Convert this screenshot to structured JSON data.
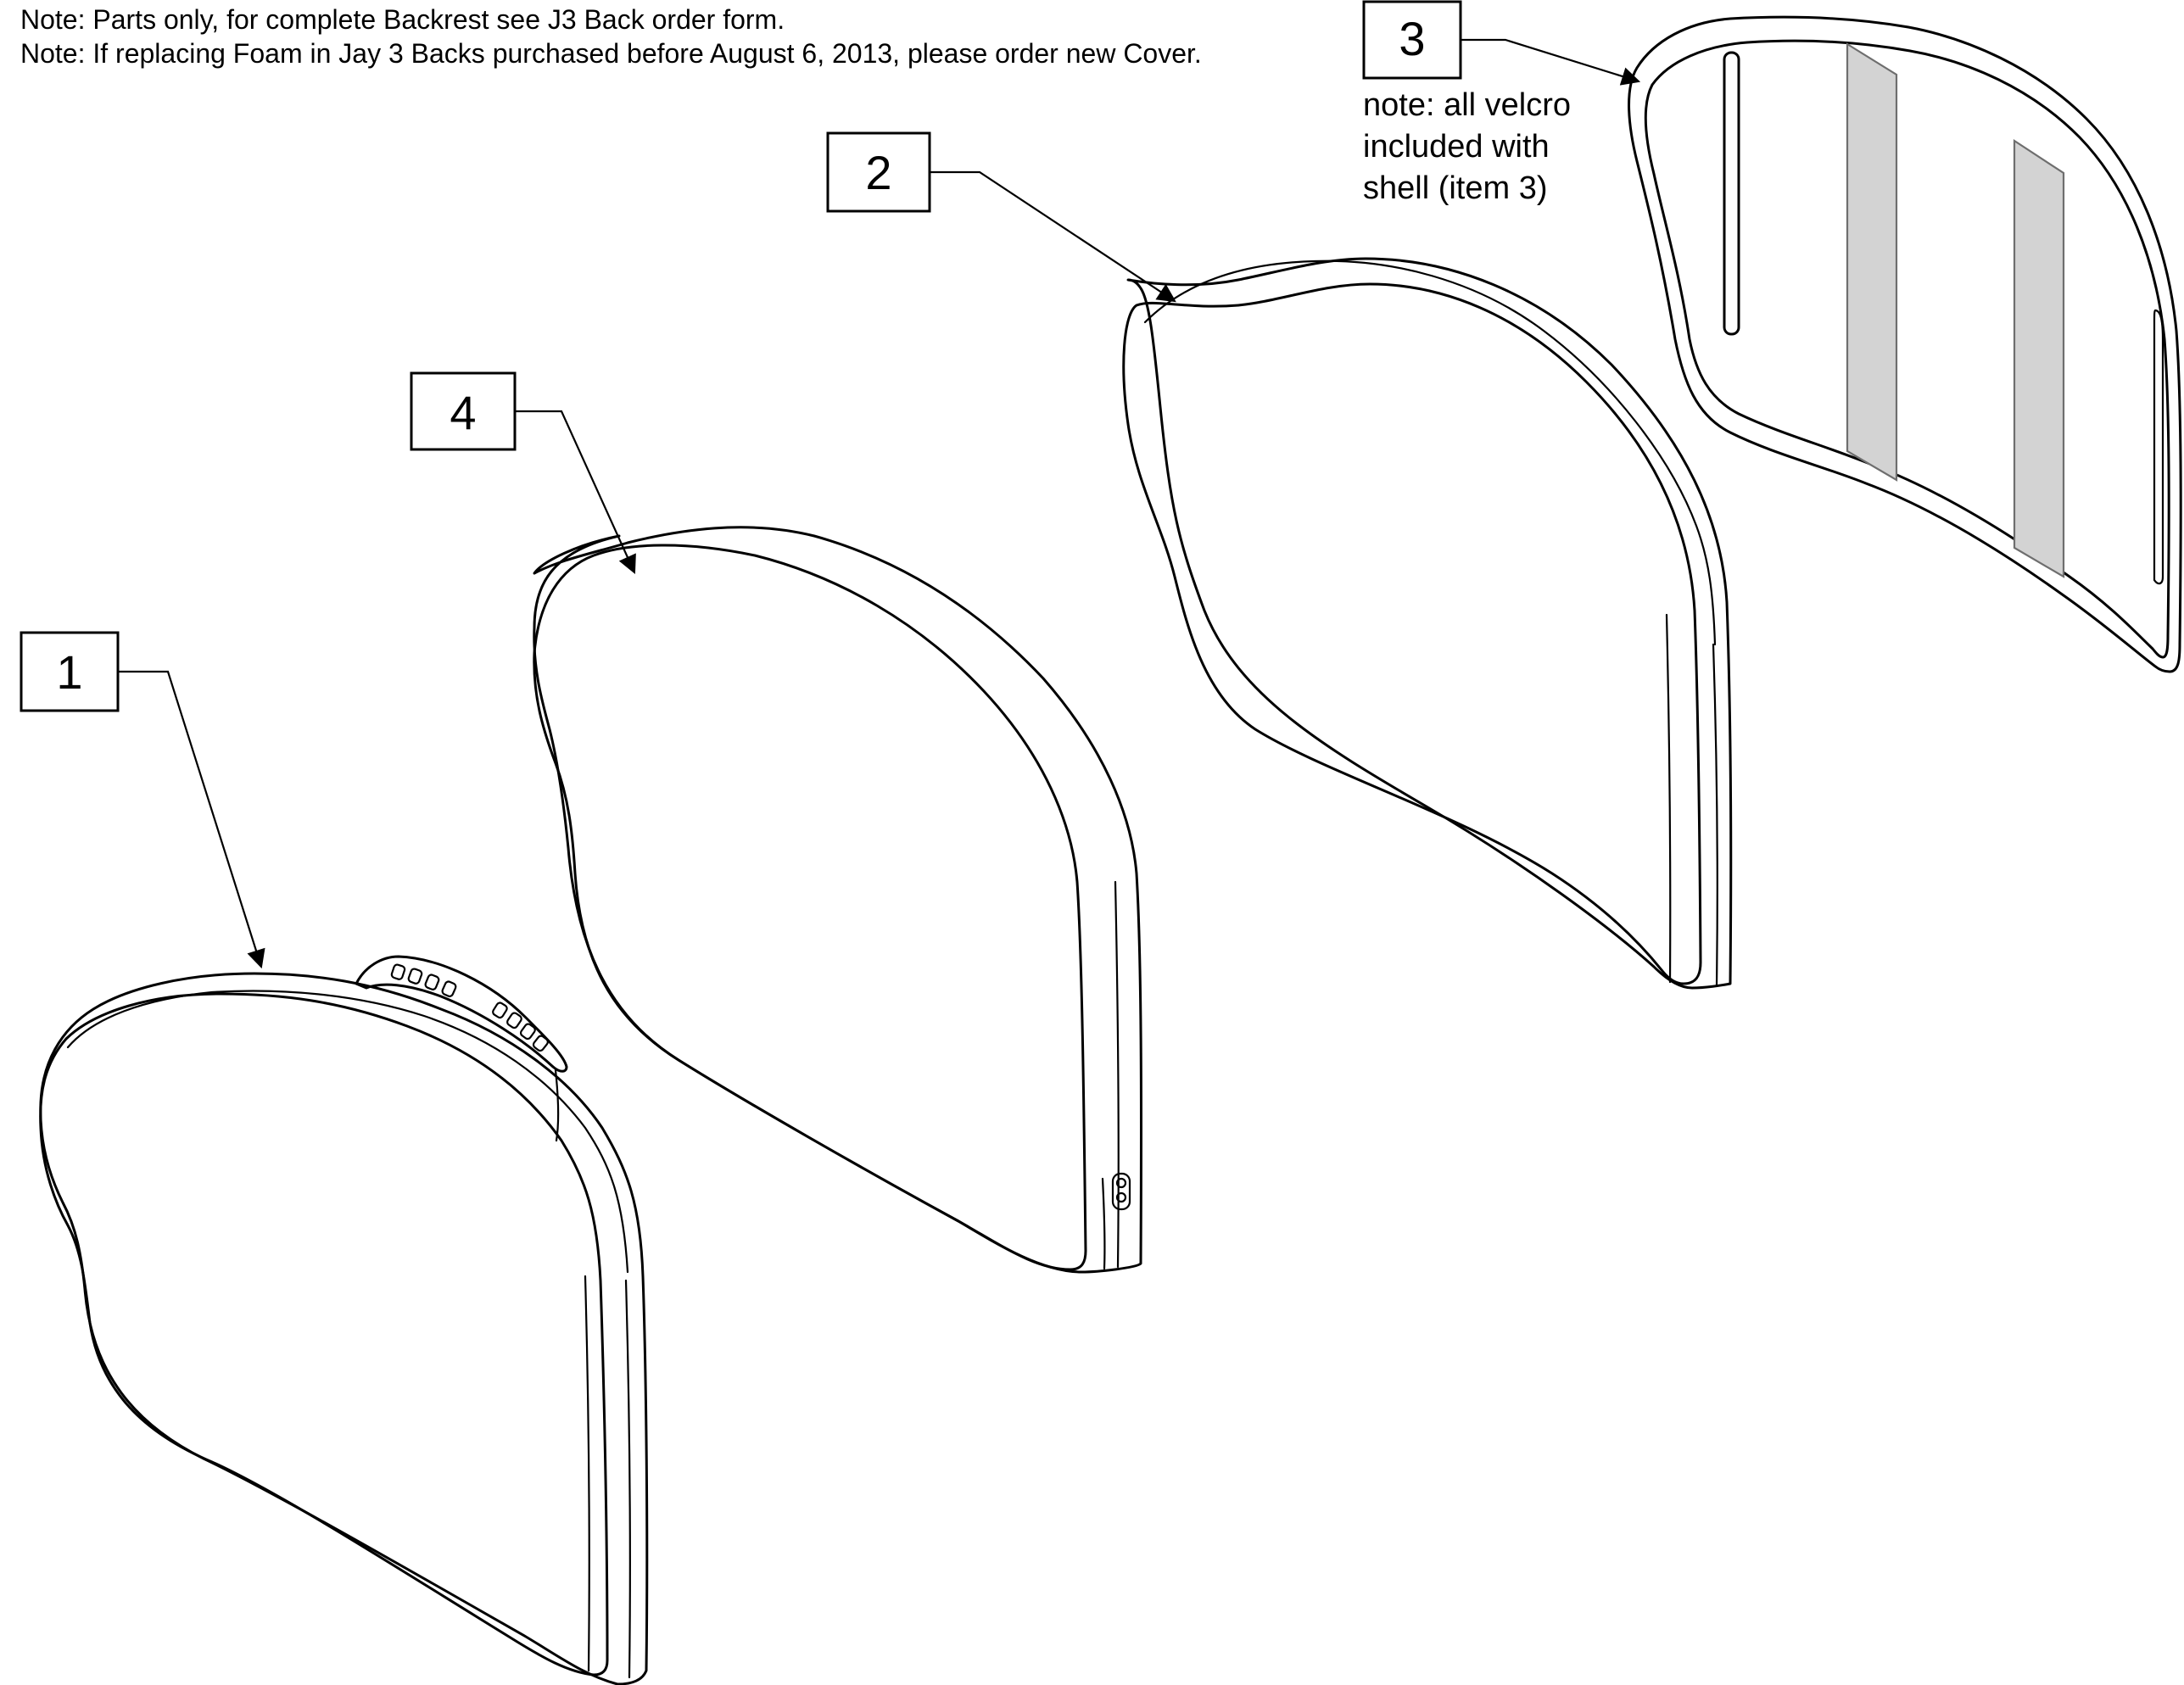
{
  "notes": {
    "line1": "Note: Parts only, for complete Backrest see J3 Back order form.",
    "line2": "Note: If replacing Foam in Jay 3 Backs purchased before August 6, 2013, please order new Cover."
  },
  "callouts": {
    "item1": "1",
    "item2": "2",
    "item3": "3",
    "item4": "4"
  },
  "shell_note": {
    "line1": "note: all velcro",
    "line2": "included with",
    "line3": "shell (item 3)"
  },
  "colors": {
    "line": "#000000",
    "velcro_fill": "#d3d3d3",
    "background": "#ffffff"
  }
}
